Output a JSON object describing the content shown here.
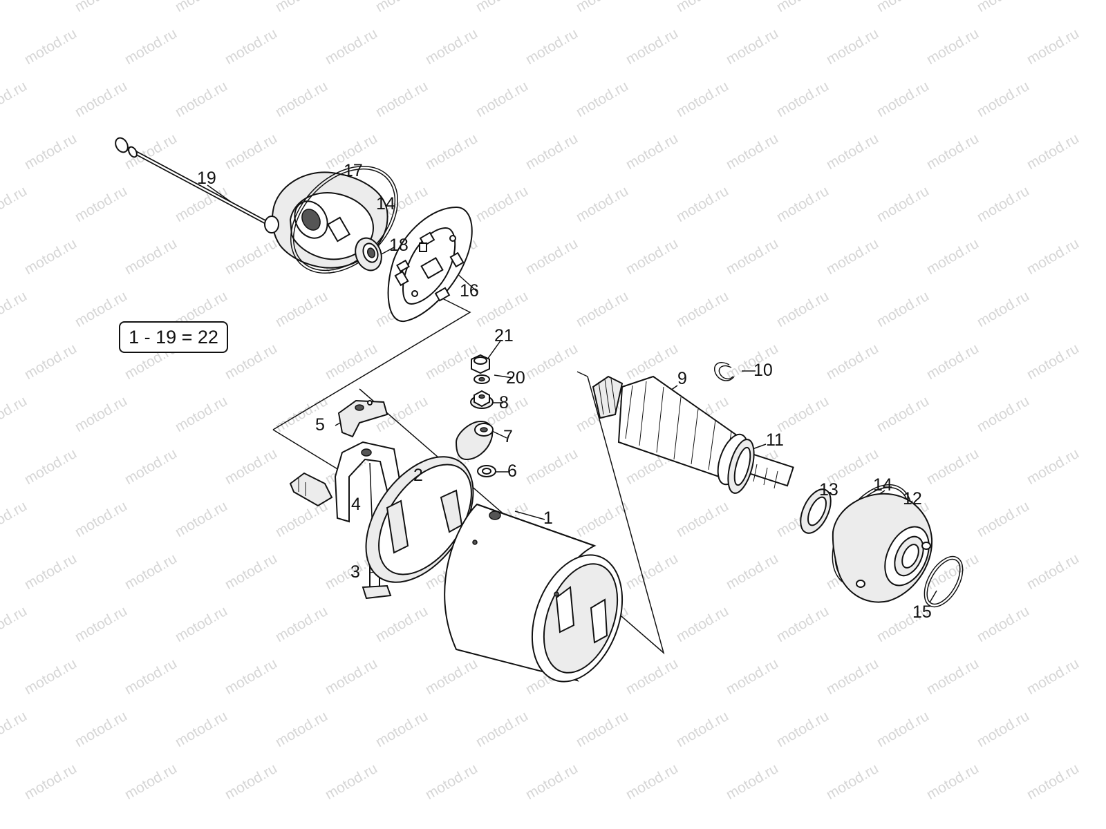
{
  "watermark": {
    "text": "motod.ru"
  },
  "kit_label": "1 - 19 = 22",
  "callouts": [
    {
      "id": "c1",
      "text": "1"
    },
    {
      "id": "c2",
      "text": "2"
    },
    {
      "id": "c3",
      "text": "3"
    },
    {
      "id": "c4",
      "text": "4"
    },
    {
      "id": "c5",
      "text": "5"
    },
    {
      "id": "c6",
      "text": "6"
    },
    {
      "id": "c7",
      "text": "7"
    },
    {
      "id": "c8",
      "text": "8"
    },
    {
      "id": "c9",
      "text": "9"
    },
    {
      "id": "c10",
      "text": "10"
    },
    {
      "id": "c11",
      "text": "11"
    },
    {
      "id": "c12",
      "text": "12"
    },
    {
      "id": "c13",
      "text": "13"
    },
    {
      "id": "c14a",
      "text": "14"
    },
    {
      "id": "c14b",
      "text": "14"
    },
    {
      "id": "c15",
      "text": "15"
    },
    {
      "id": "c16",
      "text": "16"
    },
    {
      "id": "c17",
      "text": "17"
    },
    {
      "id": "c18",
      "text": "18"
    },
    {
      "id": "c19",
      "text": "19"
    },
    {
      "id": "c20",
      "text": "20"
    },
    {
      "id": "c21",
      "text": "21"
    }
  ]
}
